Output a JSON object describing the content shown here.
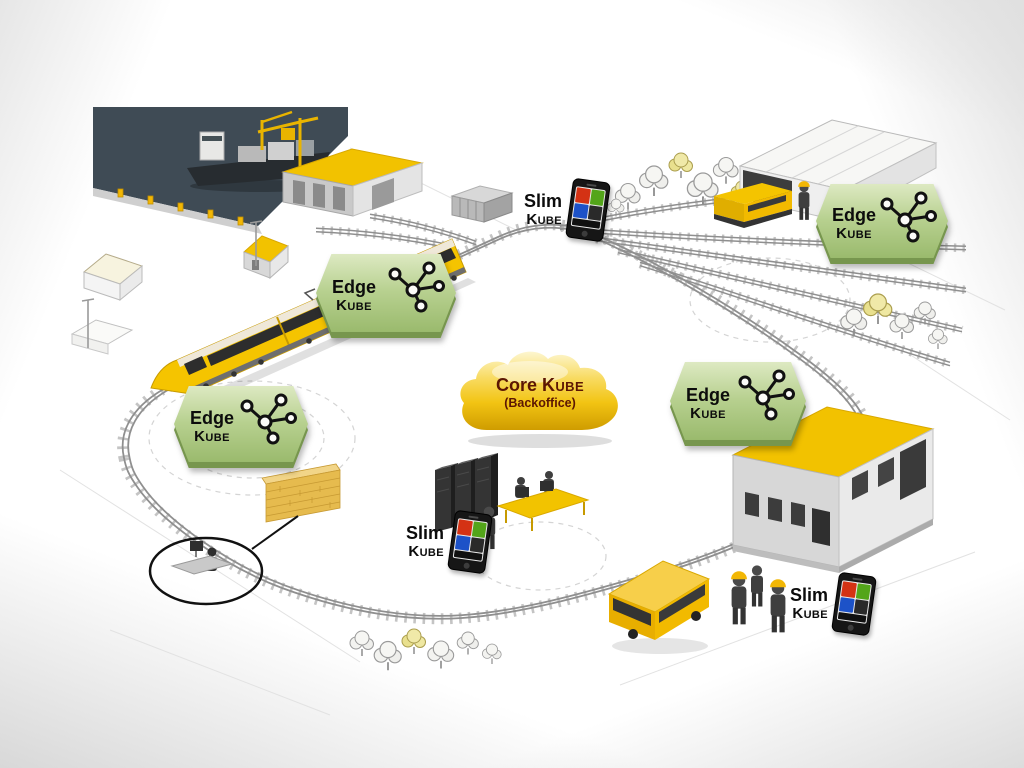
{
  "diagram": {
    "type": "isometric-railway-architecture-illustration",
    "core_node": {
      "name": "Core",
      "kube": "Kube",
      "subtitle": "(Backoffice)"
    },
    "edge_nodes": [
      {
        "location": "on-board-train",
        "name": "Edge",
        "kube": "Kube"
      },
      {
        "location": "depot-north-east",
        "name": "Edge",
        "kube": "Kube"
      },
      {
        "location": "yard-west",
        "name": "Edge",
        "kube": "Kube"
      },
      {
        "location": "station-east",
        "name": "Edge",
        "kube": "Kube"
      }
    ],
    "slim_nodes": [
      {
        "location": "port-north",
        "name": "Slim",
        "kube": "Kube"
      },
      {
        "location": "office-center",
        "name": "Slim",
        "kube": "Kube"
      },
      {
        "location": "staff-south-east",
        "name": "Slim",
        "kube": "Kube"
      }
    ],
    "icons": {
      "edge": "network-nodes-icon",
      "slim": "smartphone-icon",
      "core": "cloud-shape"
    },
    "colors": {
      "accent_yellow": "#f2b705",
      "badge_green_light": "#dde9c2",
      "badge_green_dark": "#9aba6d",
      "cloud_yellow": "#f2c413",
      "core_text": "#5c1603",
      "water": "#3f4b55"
    }
  }
}
